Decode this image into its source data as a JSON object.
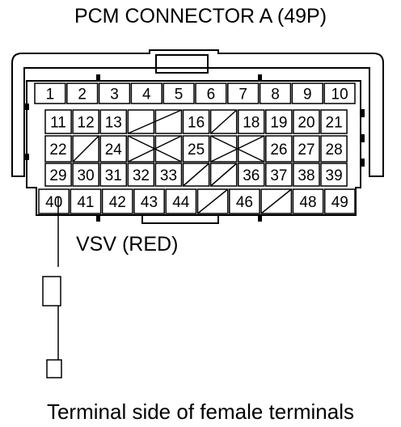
{
  "title": "PCM CONNECTOR A (49P)",
  "probe_label": "VSV (RED)",
  "footer": "Terminal side of female terminals",
  "rows": [
    [
      "1",
      "2",
      "3",
      "4",
      "5",
      "6",
      "7",
      "8",
      "9",
      "10"
    ],
    [
      "11",
      "12",
      "13",
      "",
      "",
      "16",
      "",
      "18",
      "19",
      "20",
      "21"
    ],
    [
      "22",
      "",
      "24",
      "",
      "",
      "25",
      "",
      "",
      "26",
      "27",
      "28"
    ],
    [
      "29",
      "30",
      "31",
      "32",
      "33",
      "",
      "",
      "36",
      "37",
      "38",
      "39"
    ],
    [
      "40",
      "41",
      "42",
      "43",
      "44",
      "",
      "46",
      "",
      "48",
      "49"
    ]
  ],
  "probed_terminal": "40",
  "colors": {
    "line": "#000000",
    "background": "#ffffff"
  }
}
